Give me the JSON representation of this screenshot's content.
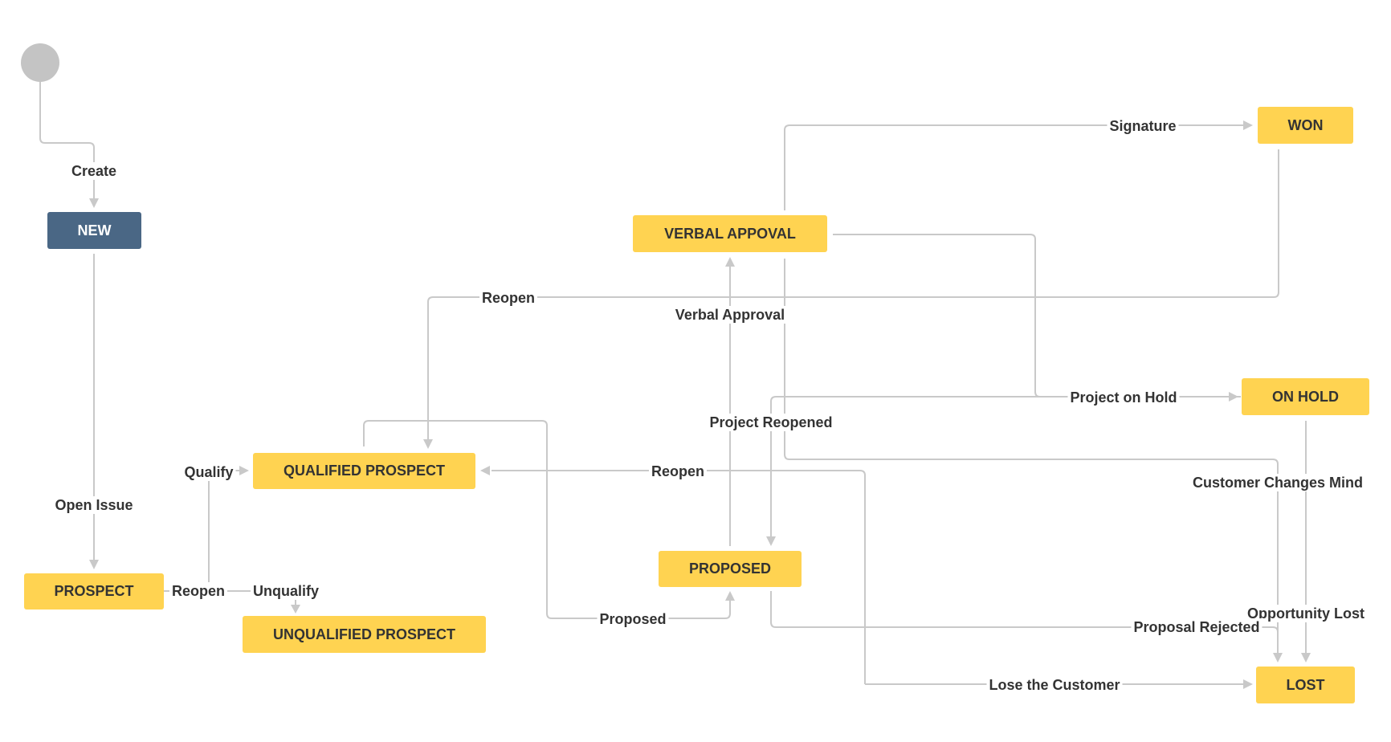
{
  "colors": {
    "status": "#ffd351",
    "initial": "#4a6785",
    "edge": "#c9c9c9",
    "start": "#c4c4c4"
  },
  "statuses": {
    "new": "NEW",
    "prospect": "PROSPECT",
    "qualified_prospect": "QUALIFIED PROSPECT",
    "unqualified_prospect": "UNQUALIFIED PROSPECT",
    "verbal_approval": "VERBAL APPOVAL",
    "proposed": "PROPOSED",
    "won": "WON",
    "on_hold": "ON HOLD",
    "lost": "LOST"
  },
  "transitions": {
    "create": "Create",
    "open_issue": "Open Issue",
    "qualify": "Qualify",
    "reopen_prospect": "Reopen",
    "unqualify": "Unqualify",
    "reopen_won": "Reopen",
    "reopen_qualified": "Reopen",
    "verbal_approval": "Verbal Approval",
    "project_reopened": "Project Reopened",
    "proposed": "Proposed",
    "signature": "Signature",
    "project_on_hold": "Project on Hold",
    "customer_changes_mind": "Customer Changes Mind",
    "opportunity_lost": "Opportunity Lost",
    "proposal_rejected": "Proposal Rejected",
    "lose_the_customer": "Lose the Customer"
  }
}
